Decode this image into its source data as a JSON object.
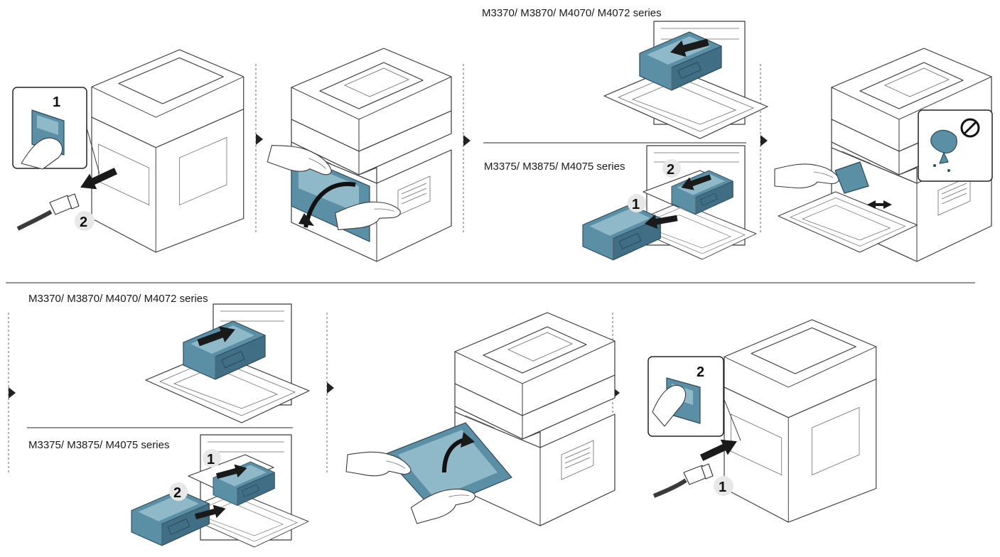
{
  "series_labels": {
    "top_a": "M3370/ M3870/ M4070/ M4072 series",
    "top_b": "M3375/ M3875/ M4075 series",
    "bottom_a": "M3370/ M3870/ M4070/ M4072 series",
    "bottom_b": "M3375/ M3875/ M4075 series"
  },
  "step_numbers": {
    "unplug_switch": "1",
    "unplug_cord": "2",
    "remove_b_lift": "2",
    "remove_b_pull": "1",
    "insert_b_push": "1",
    "insert_b_slide": "2",
    "plug_switch": "2",
    "plug_cord": "1"
  },
  "icons": [
    "power-switch-icon",
    "power-cord-icon",
    "no-wet-cloth-icon",
    "step-arrow-icon"
  ],
  "colors": {
    "accent": "#5b8fa6",
    "accent_dark": "#2c4a58",
    "line": "#3a3a3a"
  }
}
